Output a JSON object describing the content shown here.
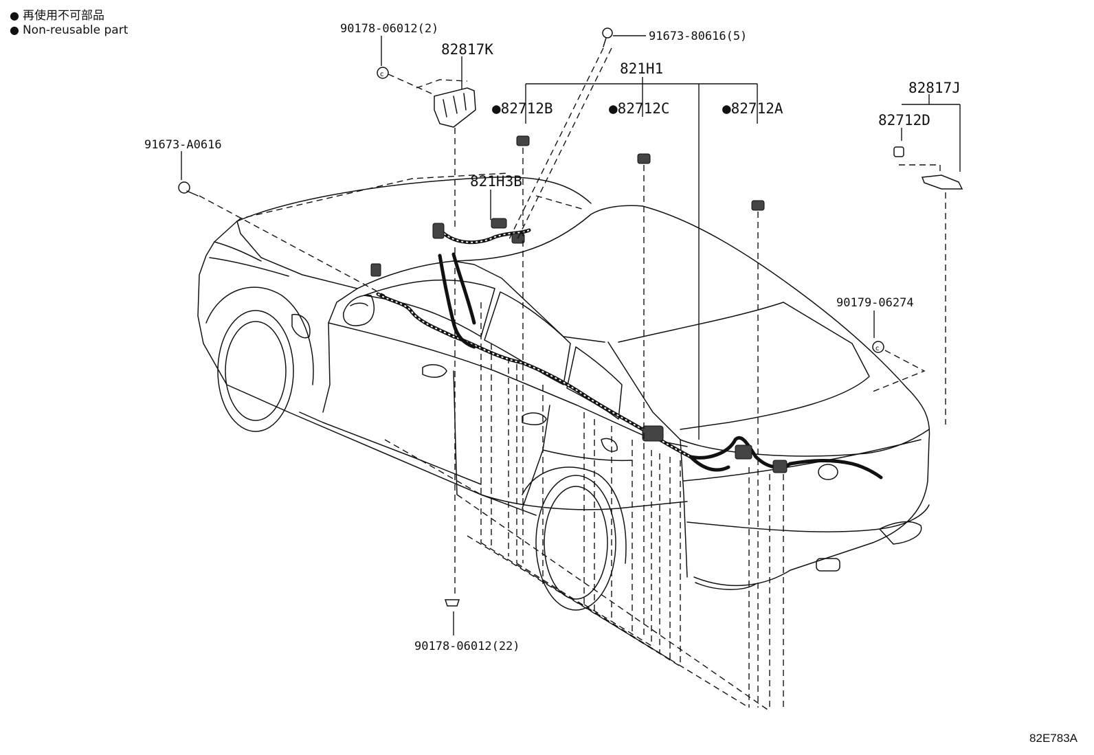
{
  "legend": {
    "dot_symbol": "●",
    "line_ja": "再使用不可部品",
    "line_en": "Non-reusable part"
  },
  "labels": {
    "p90178_06012_2": "90178-06012(2)",
    "p82817K": "82817K",
    "p91673_80616_5": "91673-80616(5)",
    "p821H1": "821H1",
    "p82712B": "●82712B",
    "p82712C": "●82712C",
    "p82712A": "●82712A",
    "p82817J": "82817J",
    "p82712D": "82712D",
    "p91673_A0616": "91673-A0616",
    "p821H3B": "821H3B",
    "p90179_06274": "90179-06274",
    "p90178_06012_22": "90178-06012(22)"
  },
  "diagram_code": "82E783A"
}
